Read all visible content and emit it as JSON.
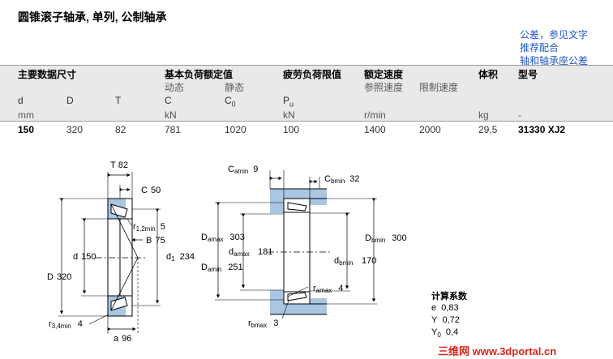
{
  "title": "圆锥滚子轴承, 单列, 公制轴承",
  "links": [
    "公差，参见文字",
    "推荐配合",
    "轴和轴承座公差"
  ],
  "table": {
    "group_headers": {
      "main_dims": "主要数据尺寸",
      "load_ratings": "基本负荷额定值",
      "fatigue": "疲劳负荷限值",
      "speed": "额定速度",
      "mass": "体积",
      "designation": "型号"
    },
    "sub_headers": {
      "dynamic": "动态",
      "static": "静态",
      "ref_speed": "参照速度",
      "limit_speed": "限制速度"
    },
    "symbols": [
      "d",
      "D",
      "T",
      "C",
      "C",
      "P"
    ],
    "symbol_subs": {
      "c0": "0",
      "pu": "u"
    },
    "units": [
      "mm",
      "kN",
      "kN",
      "r/min",
      "kg",
      "-"
    ],
    "row": {
      "d": "150",
      "D": "320",
      "T": "82",
      "C": "781",
      "C0": "1020",
      "Pu": "100",
      "ref_speed": "1400",
      "limit_speed": "2000",
      "mass": "29,5",
      "designation": "31330 XJ2"
    }
  },
  "drawing1": {
    "T": "T",
    "T_val": "82",
    "C": "C",
    "C_val": "50",
    "r12": "r",
    "r12_sub": "1,2min",
    "r12_val": "5",
    "B": "B",
    "B_val": "75",
    "d": "d",
    "d_val": "150",
    "d1": "d",
    "d1_sub": "1",
    "d1_val": "234",
    "D": "D",
    "D_val": "320",
    "r34": "r",
    "r34_sub": "3,4min",
    "r34_val": "4",
    "a": "a",
    "a_val": "96"
  },
  "drawing2": {
    "Ca": "C",
    "Ca_sub": "amin",
    "Ca_val": "9",
    "Cb": "C",
    "Cb_sub": "bmin",
    "Cb_val": "32",
    "Da_max": "D",
    "Da_max_sub": "amax",
    "Da_max_val": "303",
    "da_max": "d",
    "da_max_sub": "amax",
    "da_max_val": "181",
    "Da_min": "D",
    "Da_min_sub": "amin",
    "Da_min_val": "251",
    "db_min": "d",
    "db_min_sub": "bmin",
    "db_min_val": "170",
    "Db_min": "D",
    "Db_min_sub": "bmin",
    "Db_min_val": "300",
    "ra_max": "r",
    "ra_max_sub": "amax",
    "ra_max_val": "4",
    "rb_max": "r",
    "rb_max_sub": "bmax",
    "rb_max_val": "3"
  },
  "calc": {
    "title": "计算系数",
    "e_label": "e",
    "e": "0,83",
    "Y_label": "Y",
    "Y": "0,72",
    "Y0_label": "Y",
    "Y0_sub": "0",
    "Y0": "0,4"
  },
  "watermark": "三维网 www.3dportal.cn",
  "colors": {
    "link": "#1f58c9",
    "band": "#e9e9e9",
    "blue_fill": "#a9c6e3",
    "watermark": "#d8261c"
  }
}
